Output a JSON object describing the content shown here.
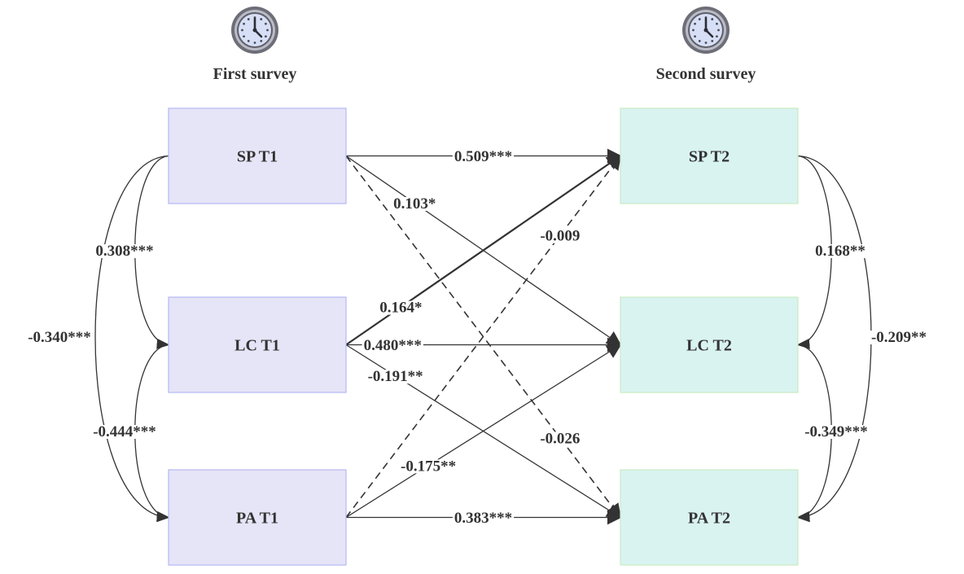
{
  "surveys": [
    {
      "id": "first",
      "label": "First survey",
      "icon": "clock-icon"
    },
    {
      "id": "second",
      "label": "Second survey",
      "icon": "clock-icon"
    }
  ],
  "colors": {
    "t1_fill": "#e6e4f7",
    "t1_stroke": "#b3b8f5",
    "t2_fill": "#d9f3f1",
    "t2_stroke": "#c9ecc2",
    "line": "#333333",
    "clock_face": "#d6dff5",
    "clock_rim": "#6e6e78"
  },
  "nodes": [
    {
      "id": "SPT1",
      "label": "SP T1",
      "wave": "T1",
      "row": 0
    },
    {
      "id": "LCT1",
      "label": "LC T1",
      "wave": "T1",
      "row": 1
    },
    {
      "id": "PAT1",
      "label": "PA T1",
      "wave": "T1",
      "row": 2
    },
    {
      "id": "SPT2",
      "label": "SP T2",
      "wave": "T2",
      "row": 0
    },
    {
      "id": "LCT2",
      "label": "LC T2",
      "wave": "T2",
      "row": 1
    },
    {
      "id": "PAT2",
      "label": "PA T2",
      "wave": "T2",
      "row": 2
    }
  ],
  "paths": [
    {
      "from": "SPT1",
      "to": "SPT2",
      "coef": "0.509***",
      "style": "solid"
    },
    {
      "from": "SPT1",
      "to": "LCT2",
      "coef": "0.103*",
      "style": "solid"
    },
    {
      "from": "SPT1",
      "to": "PAT2",
      "coef": "-0.026",
      "style": "dashed"
    },
    {
      "from": "LCT1",
      "to": "SPT2",
      "coef": "0.164*",
      "style": "thick"
    },
    {
      "from": "LCT1",
      "to": "LCT2",
      "coef": "0.480***",
      "style": "solid"
    },
    {
      "from": "LCT1",
      "to": "PAT2",
      "coef": "-0.191**",
      "style": "solid"
    },
    {
      "from": "PAT1",
      "to": "SPT2",
      "coef": "-0.009",
      "style": "dashed"
    },
    {
      "from": "PAT1",
      "to": "LCT2",
      "coef": "-0.175**",
      "style": "solid"
    },
    {
      "from": "PAT1",
      "to": "PAT2",
      "coef": "0.383***",
      "style": "solid"
    }
  ],
  "correlations": [
    {
      "from": "SPT1",
      "to": "LCT1",
      "coef": "0.308***",
      "side": "left",
      "span": "inner"
    },
    {
      "from": "LCT1",
      "to": "PAT1",
      "coef": "-0.444***",
      "side": "left",
      "span": "inner"
    },
    {
      "from": "SPT1",
      "to": "PAT1",
      "coef": "-0.340***",
      "side": "left",
      "span": "outer"
    },
    {
      "from": "SPT2",
      "to": "LCT2",
      "coef": "0.168**",
      "side": "right",
      "span": "inner"
    },
    {
      "from": "LCT2",
      "to": "PAT2",
      "coef": "-0.349***",
      "side": "right",
      "span": "inner"
    },
    {
      "from": "SPT2",
      "to": "PAT2",
      "coef": "-0.209**",
      "side": "right",
      "span": "outer"
    }
  ]
}
